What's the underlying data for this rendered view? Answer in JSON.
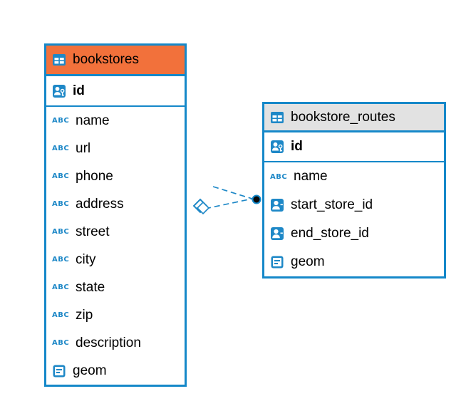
{
  "canvas": {
    "background": "#ffffff"
  },
  "accent": {
    "blue_border": "#1588c9",
    "icon_blue": "#1e88c7",
    "orange_header": "#f2713b",
    "gray_header": "#e2e2e2",
    "text_color": "#000000"
  },
  "icons": {
    "text": "ABC",
    "primary_key": "person-with-key-icon",
    "foreign_key": "person-icon",
    "geometry": "geometry-form-icon",
    "table": "table-grid-icon"
  },
  "tables": [
    {
      "name": "bookstores",
      "header_color": "#f2713b",
      "columns": [
        {
          "label": "id",
          "icon": "primary-key"
        },
        {
          "label": "name",
          "icon": "text"
        },
        {
          "label": "url",
          "icon": "text"
        },
        {
          "label": "phone",
          "icon": "text"
        },
        {
          "label": "address",
          "icon": "text"
        },
        {
          "label": "street",
          "icon": "text"
        },
        {
          "label": "city",
          "icon": "text"
        },
        {
          "label": "state",
          "icon": "text"
        },
        {
          "label": "zip",
          "icon": "text"
        },
        {
          "label": "description",
          "icon": "text"
        },
        {
          "label": "geom",
          "icon": "geometry"
        }
      ]
    },
    {
      "name": "bookstore_routes",
      "header_color": "#e2e2e2",
      "columns": [
        {
          "label": "id",
          "icon": "primary-key"
        },
        {
          "label": "name",
          "icon": "text"
        },
        {
          "label": "start_store_id",
          "icon": "foreign-key"
        },
        {
          "label": "end_store_id",
          "icon": "foreign-key"
        },
        {
          "label": "geom",
          "icon": "geometry"
        }
      ]
    }
  ],
  "relationship": {
    "style": "dashed",
    "color": "#1e88c7",
    "from_table": "bookstores",
    "to_table": "bookstore_routes"
  }
}
